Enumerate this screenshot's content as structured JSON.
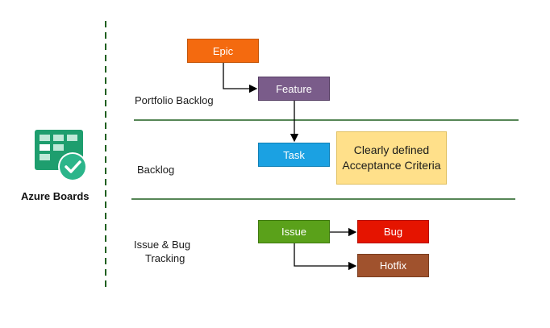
{
  "product": {
    "name": "Azure Boards",
    "icon": "azure-boards-icon",
    "color": "#1e9e6e"
  },
  "sections": {
    "portfolio": "Portfolio Backlog",
    "backlog": "Backlog",
    "issue_line1": "Issue & Bug",
    "issue_line2": "Tracking"
  },
  "nodes": {
    "epic": {
      "label": "Epic",
      "color": "#f46a0f"
    },
    "feature": {
      "label": "Feature",
      "color": "#7a5c8a"
    },
    "task": {
      "label": "Task",
      "color": "#1ba1e2"
    },
    "criteria": {
      "line1": "Clearly defined",
      "line2": "Acceptance Criteria",
      "color": "#ffe08a"
    },
    "issue": {
      "label": "Issue",
      "color": "#5aa11a"
    },
    "bug": {
      "label": "Bug",
      "color": "#e51400"
    },
    "hotfix": {
      "label": "Hotfix",
      "color": "#a0522d"
    }
  },
  "lines": {
    "divider_color": "#1f5f1f",
    "dashed_color": "#1f5f1f"
  }
}
